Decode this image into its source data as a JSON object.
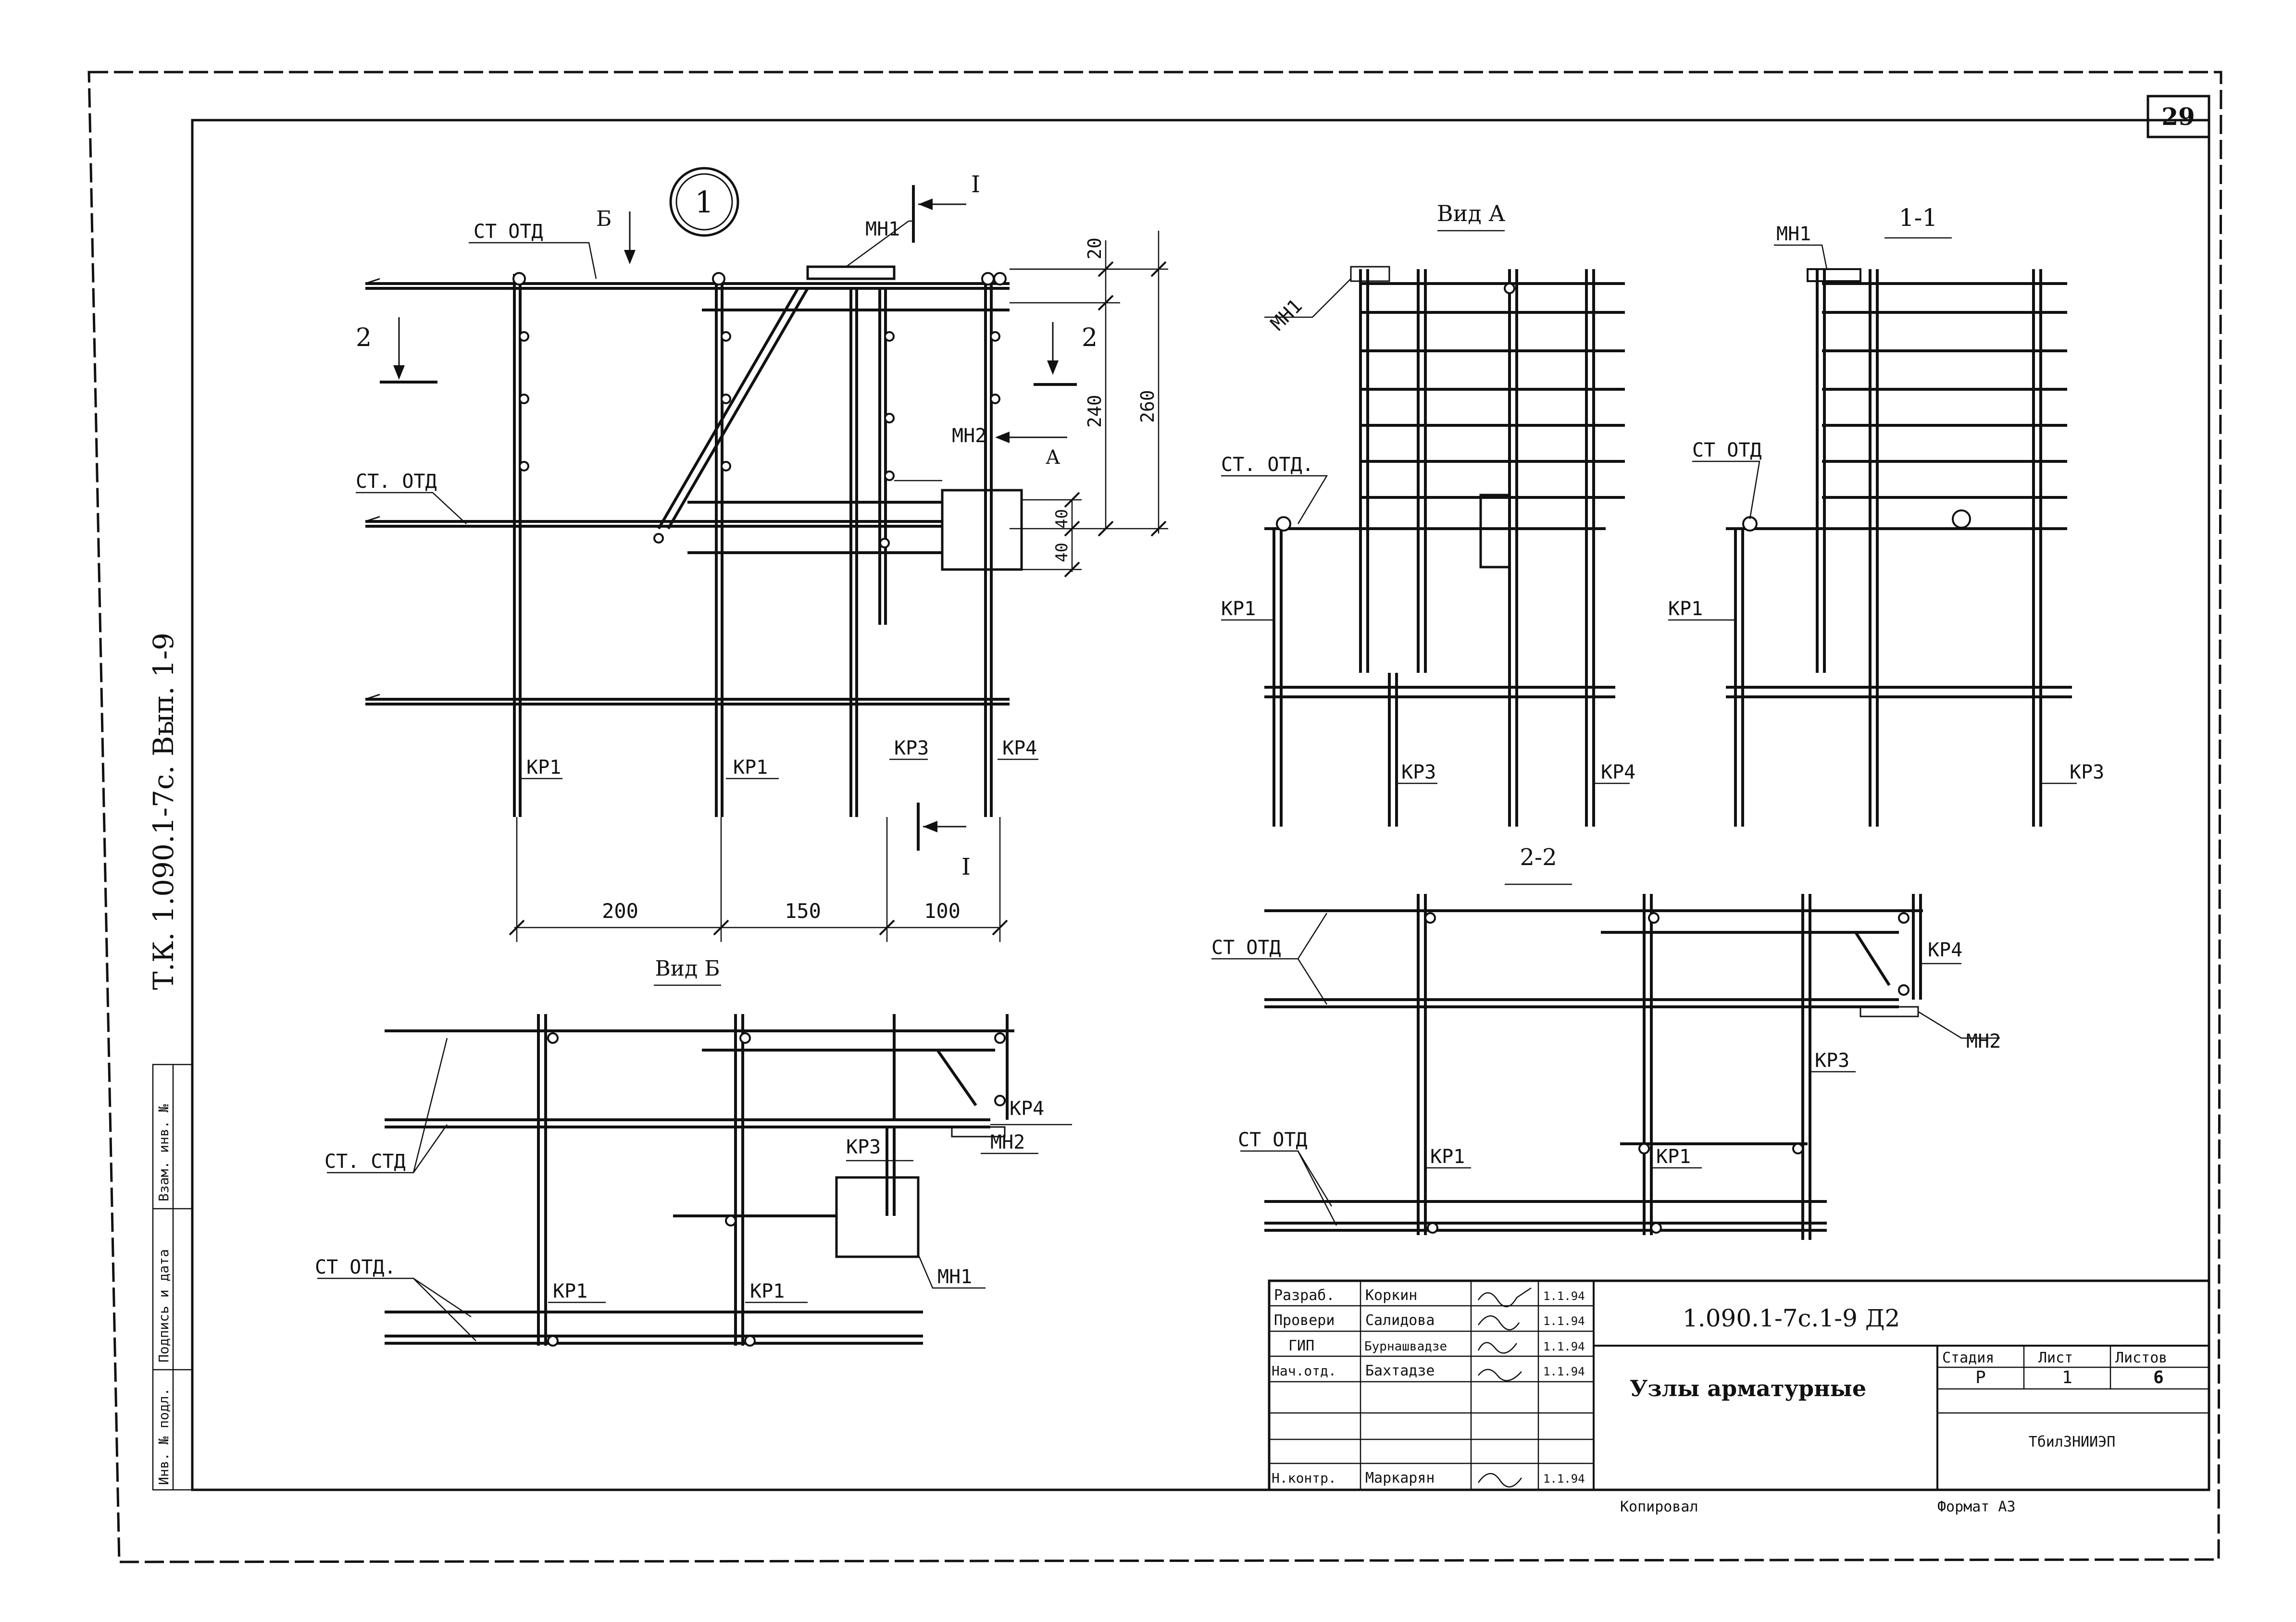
{
  "sheet": {
    "sheet_number": "29",
    "side_label": "Т.К. 1.090.1-7с. Вып. 1-9",
    "node_number": "1"
  },
  "left_stamp": [
    "Инв. № подл.",
    "Подпись и дата",
    "Взам. инв. №"
  ],
  "main_view": {
    "section_mark": "I",
    "view_b_mark": "Б",
    "section_2_mark": "2",
    "view_a_mark": "А",
    "labels": {
      "ct_top": "СТ ОТД",
      "ct_mid": "СТ. ОТД",
      "mn_top": "МН1",
      "mn_mid": "МН2",
      "kp1a": "КР1",
      "kp1b": "КР1",
      "kp3": "КР3",
      "kp4": "КР4"
    },
    "dims": {
      "d200": "200",
      "d150": "150",
      "d100": "100",
      "d20": "20",
      "d240": "240",
      "d260": "260",
      "d40a": "40",
      "d40b": "40"
    }
  },
  "view_a": {
    "title": "Вид А",
    "labels": {
      "mn": "МН1",
      "ct": "СТ. ОТД.",
      "kp1": "КР1",
      "kp3": "КР3",
      "kp4": "КР4"
    }
  },
  "section_1": {
    "title": "1-1",
    "labels": {
      "mn": "МН1",
      "ct": "СТ ОТД",
      "kp1": "КР1",
      "kp3": "КР3"
    }
  },
  "view_b": {
    "title": "Вид Б",
    "labels": {
      "ct_top": "СТ. СТД",
      "ct_bot": "СТ ОТД.",
      "kp4": "КР4",
      "kp3": "КР3",
      "mn2": "МН2",
      "kp1a": "КР1",
      "kp1b": "КР1",
      "mn1": "МН1"
    }
  },
  "section_2": {
    "title": "2-2",
    "labels": {
      "ct_top": "СТ ОТД",
      "ct_bot": "СТ ОТД",
      "kp4": "КР4",
      "mn2": "МН2",
      "kp3": "КР3",
      "kp1a": "КР1",
      "kp1b": "КР1"
    }
  },
  "title_block": {
    "rows": [
      {
        "role": "Разраб.",
        "name": "Коркин",
        "date": "1.1.94"
      },
      {
        "role": "Провери",
        "name": "Салидова",
        "date": "1.1.94"
      },
      {
        "role": "ГИП",
        "name": "Бурнашвадзе",
        "date": "1.1.94"
      },
      {
        "role": "Нач.отд.",
        "name": "Бахтадзе",
        "date": "1.1.94"
      },
      {
        "role": "",
        "name": "",
        "date": ""
      },
      {
        "role": "",
        "name": "",
        "date": ""
      },
      {
        "role": "Н.контр.",
        "name": "Маркарян",
        "date": "1.1.94"
      }
    ],
    "code": "1.090.1-7с.1-9 Д2",
    "name": "Узлы арматурные",
    "stage_header": "Стадия",
    "sheet_header": "Лист",
    "sheets_header": "Листов",
    "stage": "Р",
    "sheet": "1",
    "sheets": "6",
    "org": "ТбилЗНИИЭП",
    "copied": "Копировал",
    "format": "Формат А3"
  }
}
